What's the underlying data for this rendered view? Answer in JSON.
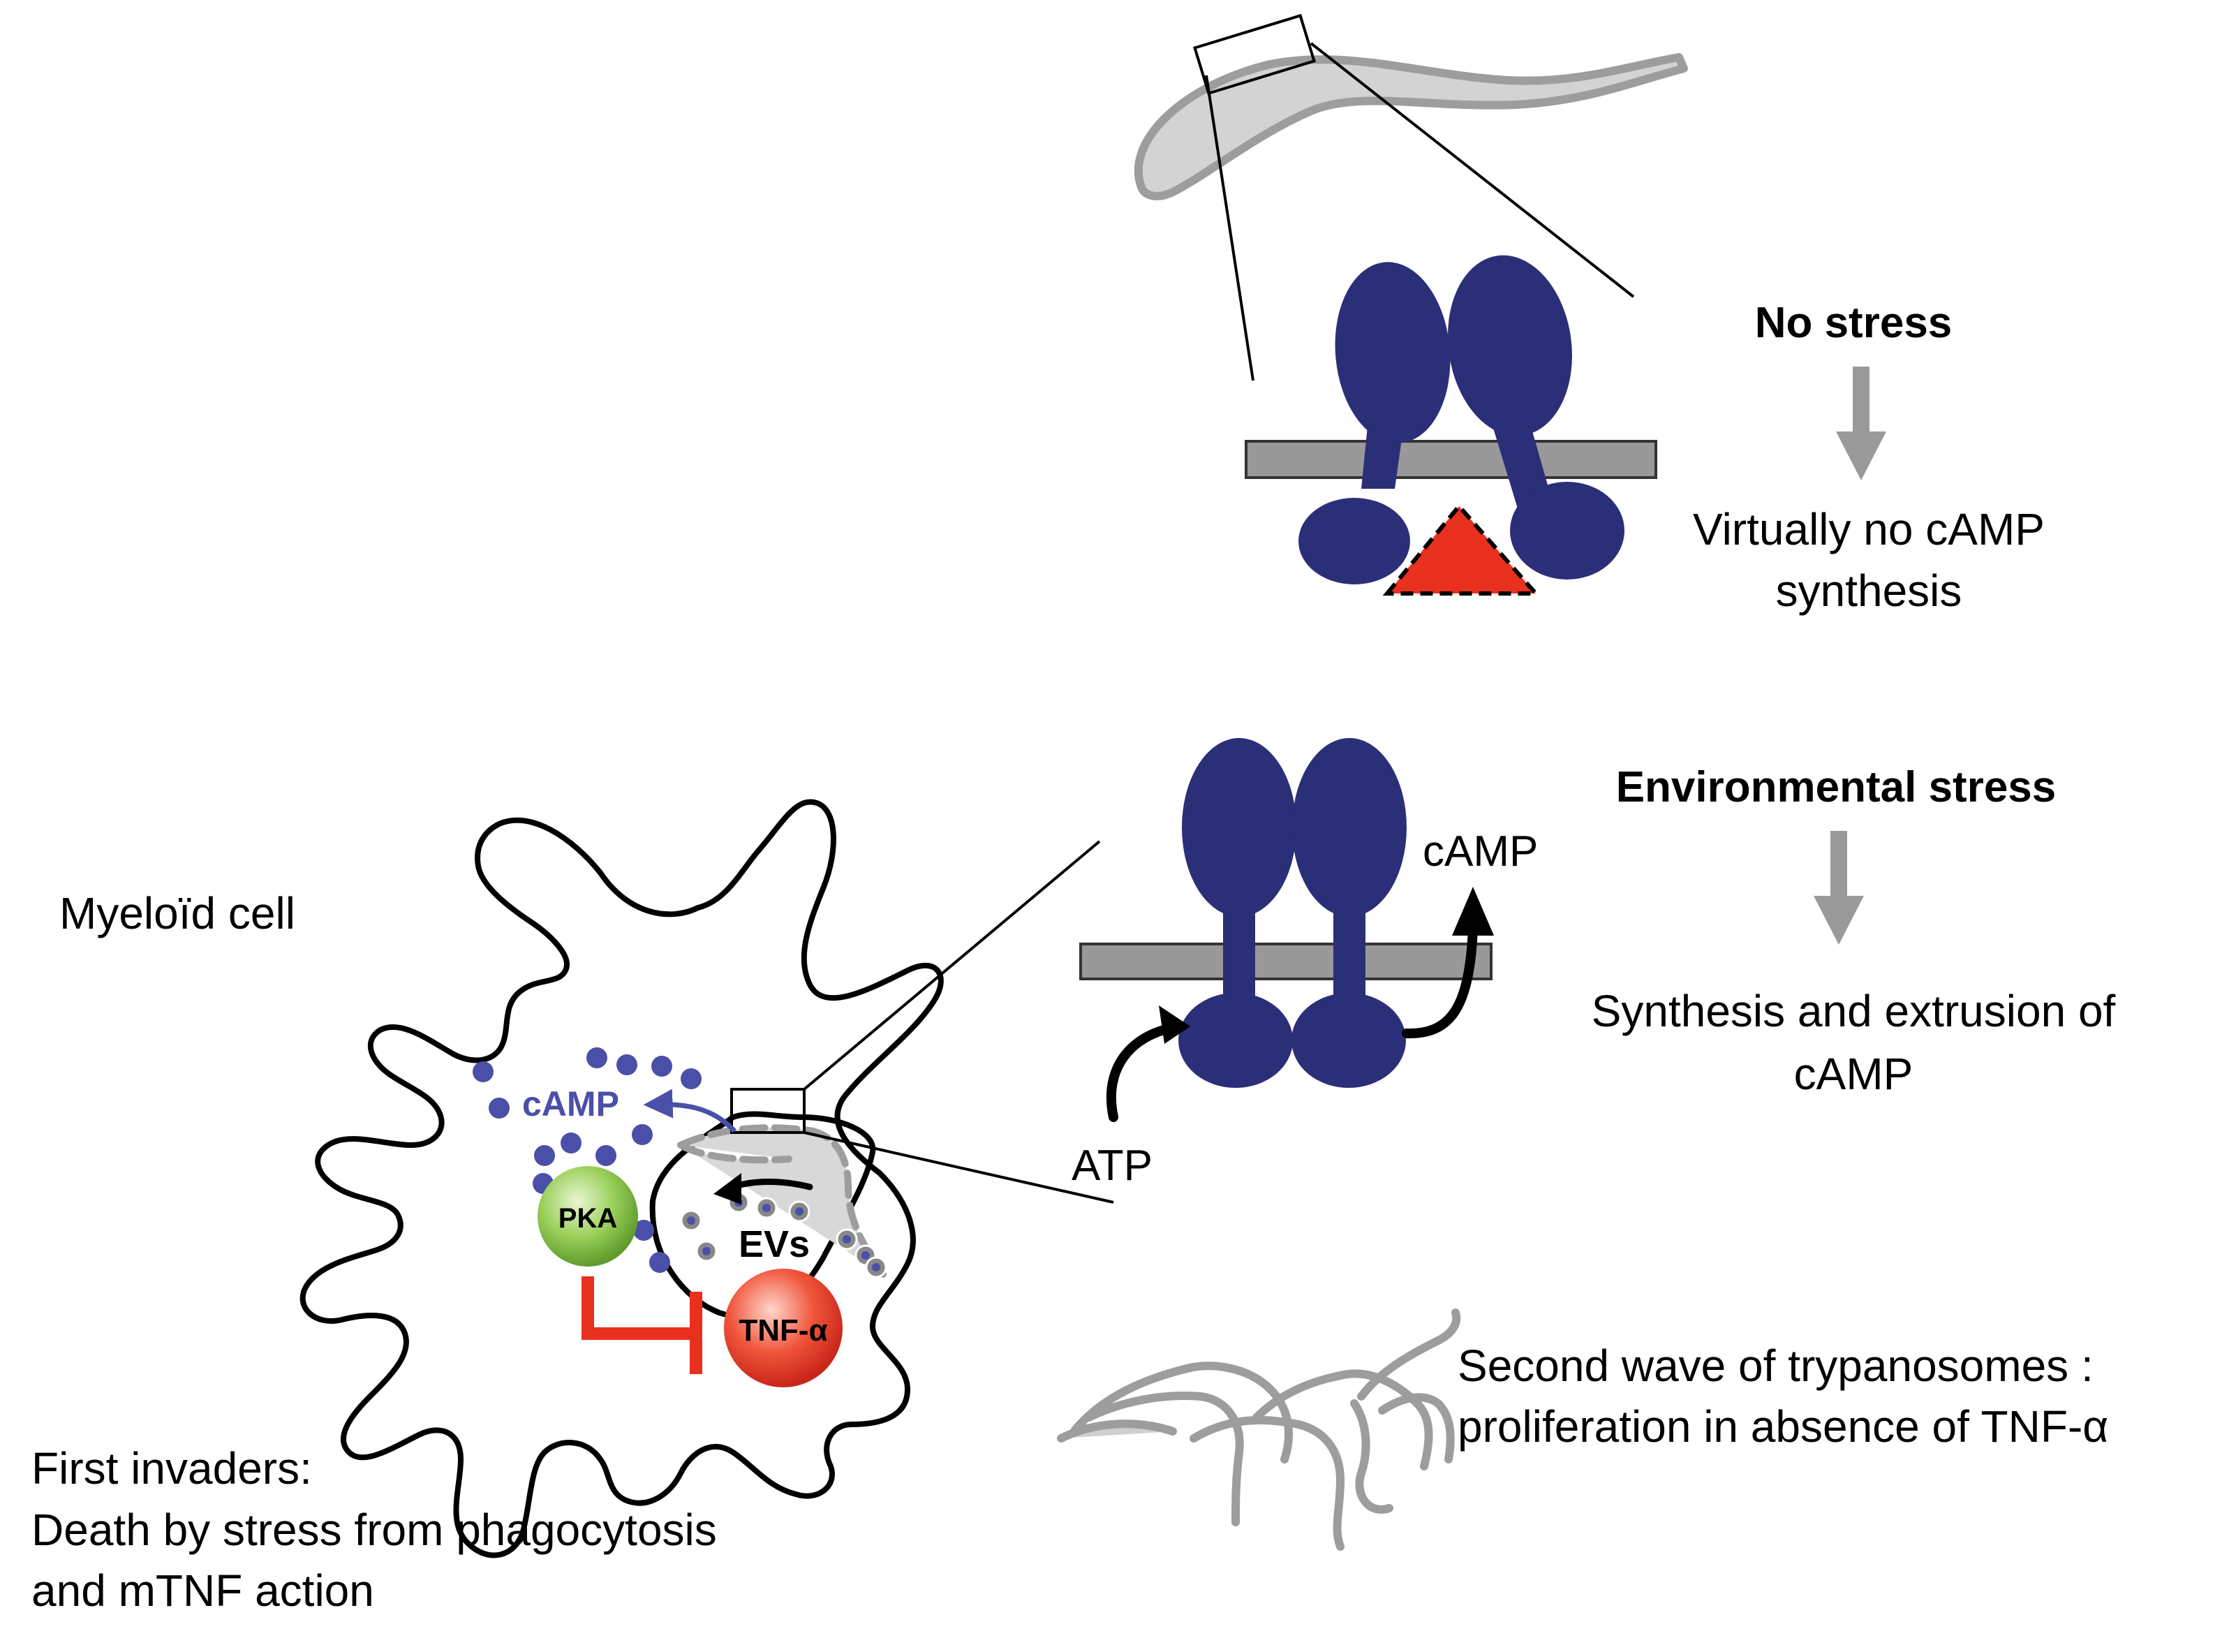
{
  "top_panel": {
    "condition_label": "No stress",
    "outcome_line1": "Virtually no cAMP",
    "outcome_line2": "synthesis"
  },
  "middle_panel": {
    "condition_label": "Environmental stress",
    "product_label": "cAMP",
    "substrate_label": "ATP",
    "outcome_line1": "Synthesis and extrusion of",
    "outcome_line2": "cAMP"
  },
  "myeloid_cell": {
    "title": "Myeloïd cell",
    "camp_label": "cAMP",
    "pka_label": "PKA",
    "evs_label": "EVs",
    "tnf_label": "TNF-α"
  },
  "first_invaders": {
    "line1": "First invaders:",
    "line2": "Death by stress from phagocytosis",
    "line3": "and mTNF action"
  },
  "second_wave": {
    "line1": "Second wave of trypanosomes :",
    "line2": "proliferation  in absence of TNF-α"
  },
  "colors": {
    "adenylate_cyclase": "#2b2f78",
    "membrane": "#999999",
    "inhibitor_triangle": "#e8301f",
    "camp_dots": "#4a4fa8",
    "pka_green": "#7cc043",
    "tnf_red": "#e8402a",
    "inhibition_bar": "#e8301f",
    "arrow_grey": "#9a9a9a",
    "trypanosome_grey": "#bdbdbd"
  },
  "icons": [
    "trypanosome-icon",
    "adenylate-cyclase-dimer-icon",
    "down-arrow-icon",
    "inhibition-bar-icon"
  ]
}
